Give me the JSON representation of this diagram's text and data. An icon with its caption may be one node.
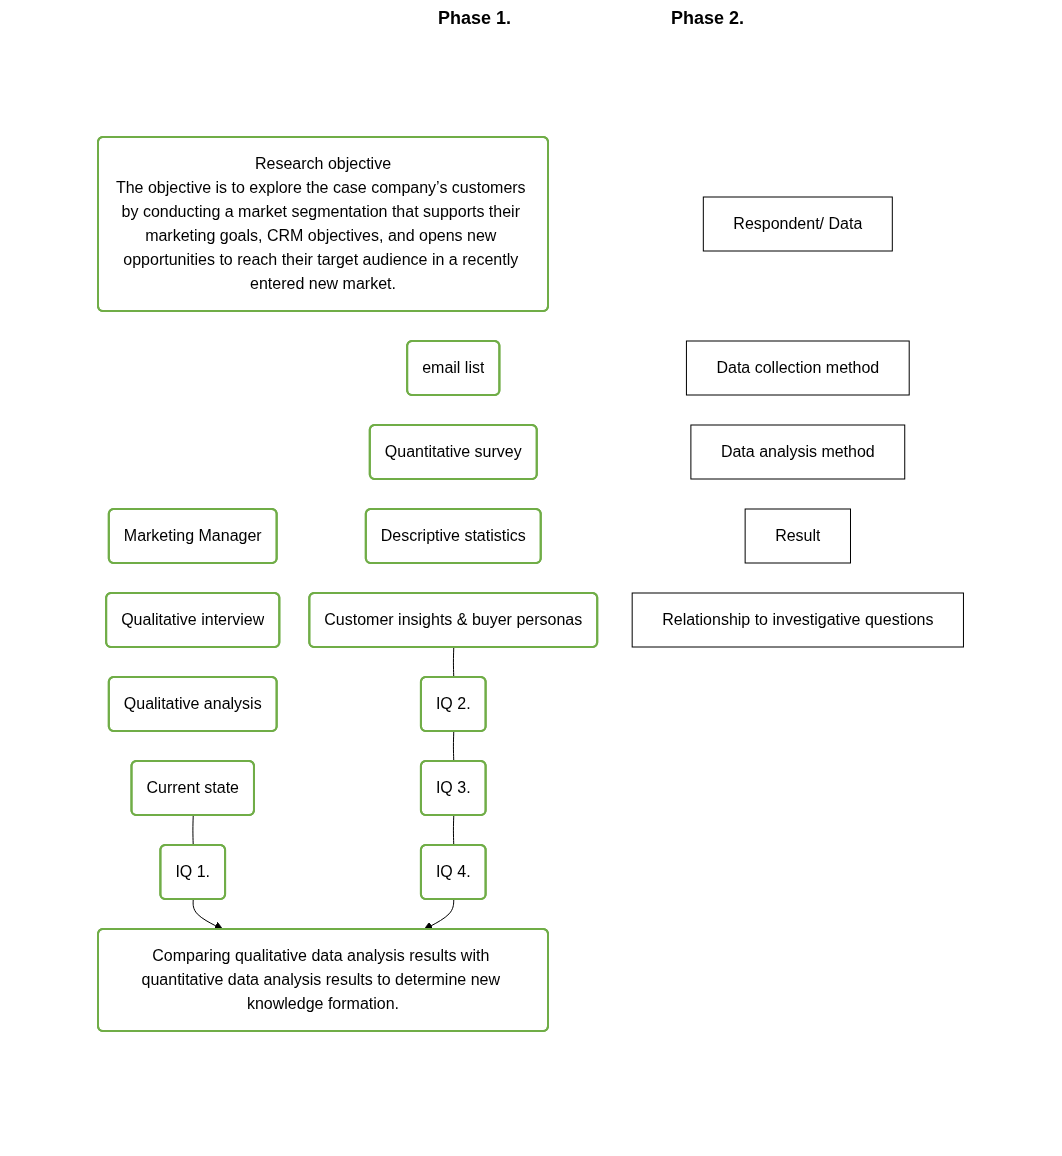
{
  "diagram": {
    "nodes": [
      {
        "text": [
          "Research objective",
          "The objective is to explore the case company’s customers by conducting a market segmentation that supports their marketing goals, CRM objectives, and opens new opportunities to reach their target audience in a recently entered new market."
        ]
      },
      {
        "text": [
          "Respondent/ Data"
        ]
      },
      {
        "text": [
          "Marketing Manager"
        ]
      },
      {
        "text": [
          "email list"
        ]
      },
      {
        "text": [
          "Data collection method"
        ]
      },
      {
        "text": [
          "Qualitative interview"
        ]
      },
      {
        "text": [
          "Quantitative survey"
        ]
      },
      {
        "text": [
          "Data analysis method"
        ]
      },
      {
        "text": [
          "Qualitative analysis"
        ]
      },
      {
        "text": [
          "Descriptive statistics"
        ]
      },
      {
        "text": [
          "Result"
        ]
      },
      {
        "text": [
          "Current state"
        ]
      },
      {
        "text": [
          "Customer insights & buyer personas"
        ]
      },
      {
        "text": [
          "Relationship to investigative questions"
        ]
      },
      {
        "text": [
          "IQ 1."
        ]
      },
      {
        "text": [
          "IQ 2."
        ]
      },
      {
        "text": [
          "IQ 3."
        ]
      },
      {
        "text": [
          "IQ 4."
        ]
      },
      {
        "text": [
          "Comparing qualitative data analysis results with quantitative data analysis results to determine new knowledge formation."
        ]
      }
    ],
    "edges": [
      {
        "from": 11,
        "to": 14,
        "arrow": "none"
      },
      {
        "from": 14,
        "to": 18,
        "arrow": "to"
      },
      {
        "from": 12,
        "to": 15,
        "arrow": "none"
      },
      {
        "from": 15,
        "to": 16,
        "arrow": "none"
      },
      {
        "from": 16,
        "to": 17,
        "arrow": "none"
      },
      {
        "from": 17,
        "to": 18,
        "arrow": "to"
      }
    ],
    "labels": [
      "Phase 1.",
      "Phase 2."
    ]
  }
}
